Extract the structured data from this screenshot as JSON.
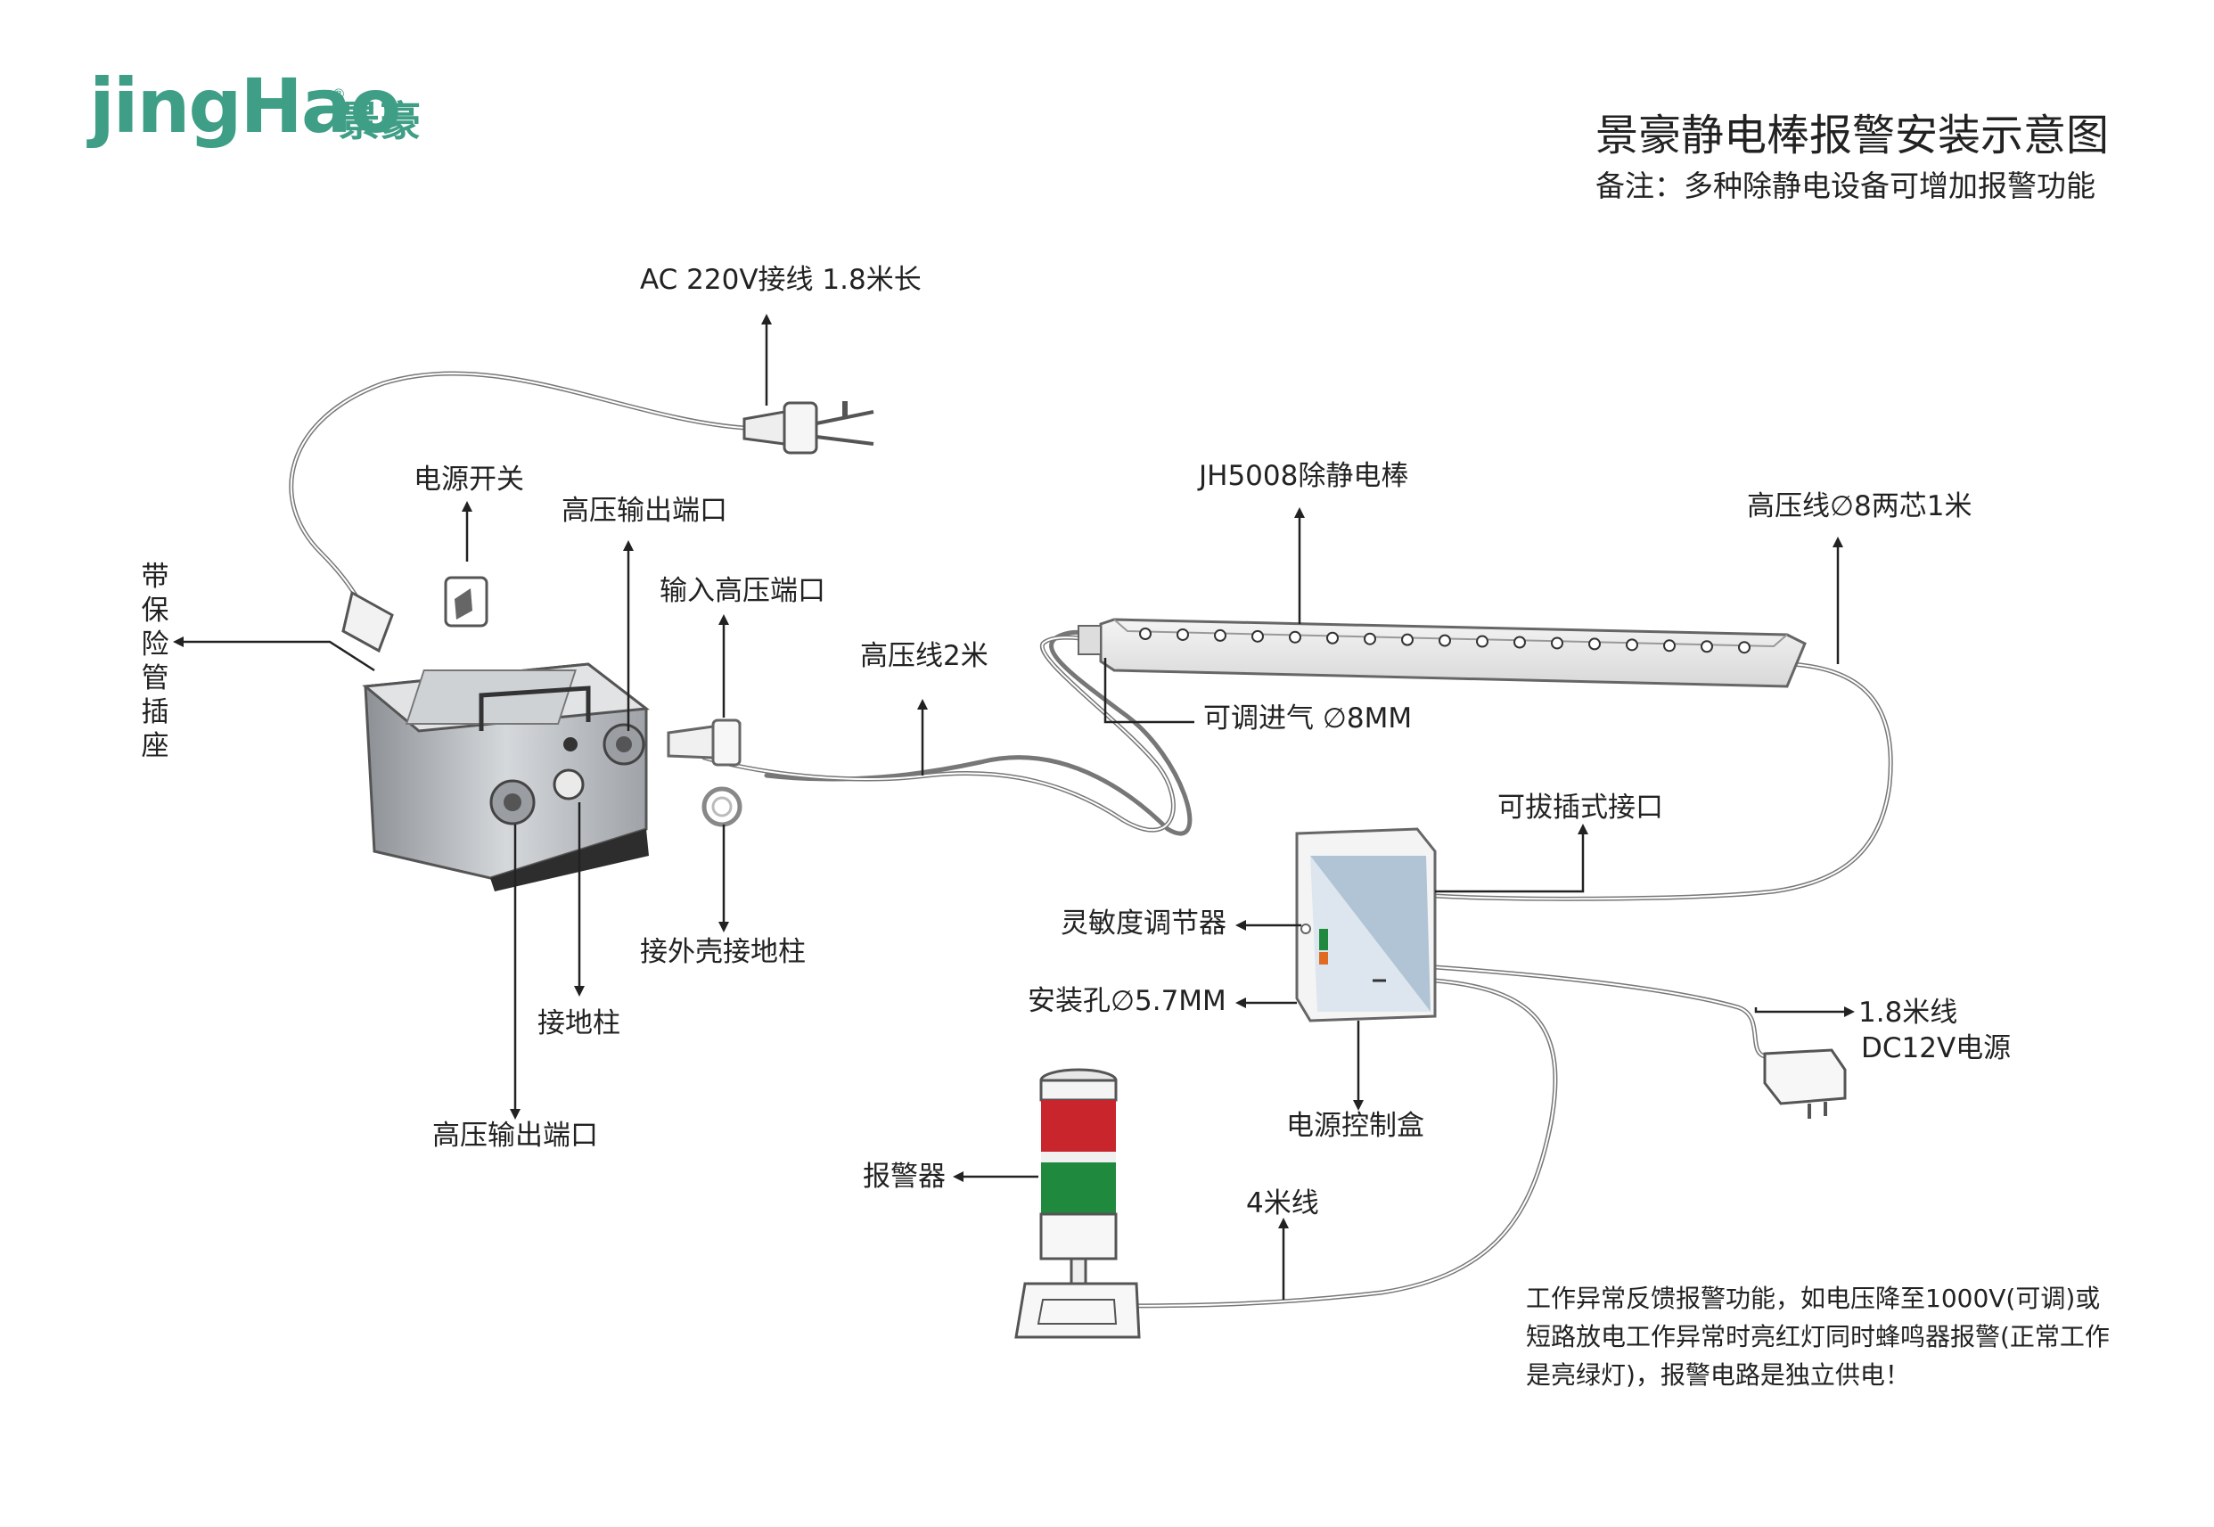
{
  "logo": {
    "brand_text": "jingHao",
    "cn_text": "景豪",
    "registered_mark": "®"
  },
  "header": {
    "title": "景豪静电棒报警安装示意图",
    "subtitle": "备注：多种除静电设备可增加报警功能"
  },
  "labels": {
    "ac_cable": "AC 220V接线  1.8米长",
    "power_switch": "电源开关",
    "hv_output_port_top": "高压输出端口",
    "fuse_socket": "带保险管插座",
    "input_hv_port": "输入高压端口",
    "hv_cable_2m": "高压线2米",
    "ground_shell_post": "接外壳接地柱",
    "ground_post": "接地柱",
    "hv_output_port_bottom": "高压输出端口",
    "bar_model": "JH5008除静电棒",
    "hv_cable_8mm": "高压线∅8两芯1米",
    "air_inlet": "可调进气 ∅8MM",
    "plug_interface": "可拔插式接口",
    "sensitivity_adjuster": "灵敏度调节器",
    "mount_hole": "安装孔∅5.7MM",
    "power_control_box": "电源控制盒",
    "dc_cable": "1.8米线",
    "dc_power": "DC12V电源",
    "alarm": "报警器",
    "cable_4m": "4米线"
  },
  "note": "工作异常反馈报警功能，如电压降至1000V(可调)或短路放电工作异常时亮红灯同时蜂鸣器报警(正常工作是亮绿灯)，报警电路是独立供电！",
  "colors": {
    "brand": "#3e9e86",
    "alarm_red": "#c8262c",
    "alarm_green": "#1f8a3e",
    "box_panel": "#9fb7c9",
    "hv_box": "#b9bcc0"
  }
}
